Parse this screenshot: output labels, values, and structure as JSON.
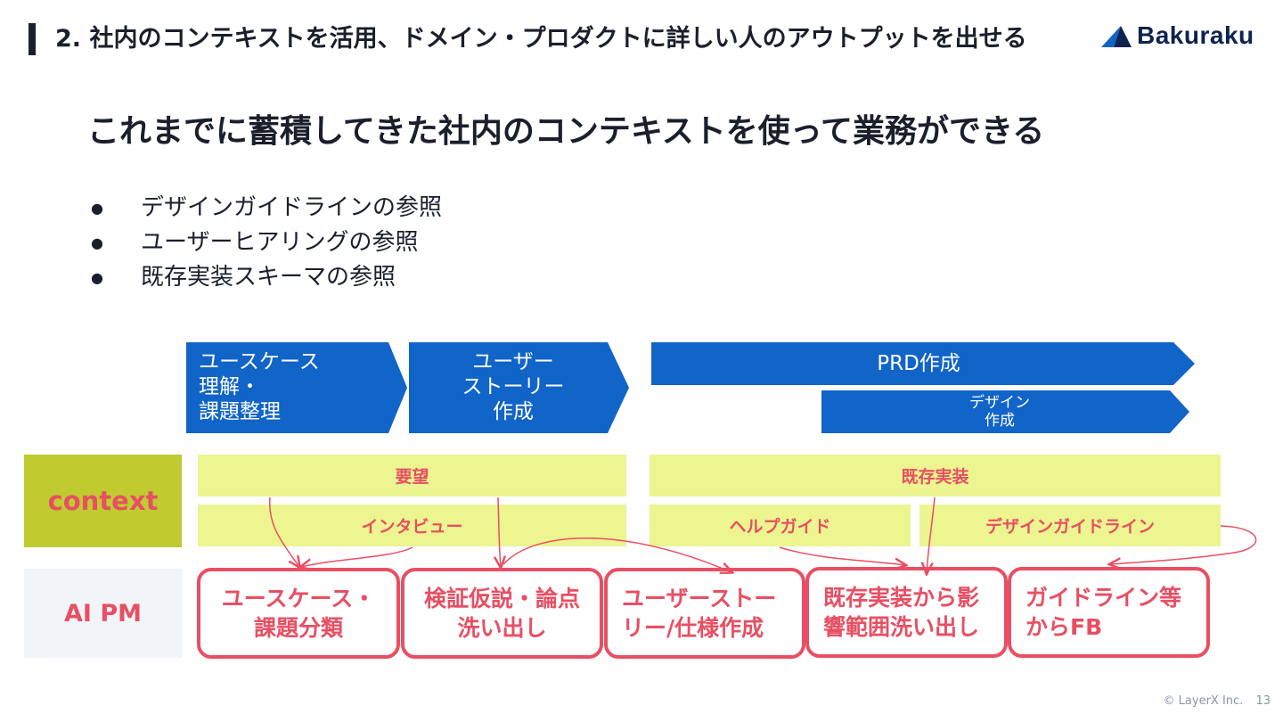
{
  "header": {
    "title": "2. 社内のコンテキストを活用、ドメイン・プロダクトに詳しい人のアウトプットを出せる",
    "logo_text": "Bakuraku"
  },
  "main_title": "これまでに蓄積してきた社内のコンテキストを使って業務ができる",
  "bullets": [
    "デザインガイドラインの参照",
    "ユーザーヒアリングの参照",
    "既存実装スキーマの参照"
  ],
  "bullet_symbol": "●",
  "steps": {
    "usecase": [
      "ユースケース",
      "理解・",
      "課題整理"
    ],
    "story": [
      "ユーザー",
      "ストーリー",
      "作成"
    ],
    "prd": "PRD作成",
    "design": [
      "デザイン",
      "作成"
    ]
  },
  "rows": {
    "context_label": "context",
    "aipm_label": "AI PM"
  },
  "context": {
    "request": "要望",
    "interview": "インタビュー",
    "existing_impl": "既存実装",
    "help_guide": "ヘルプガイド",
    "design_guideline": "デザインガイドライン"
  },
  "aipm": {
    "usecase_classify": [
      "ユースケース・",
      "課題分類"
    ],
    "hypothesis": [
      "検証仮説・論点",
      "洗い出し"
    ],
    "story_spec": [
      "ユーザーストー",
      "リー/仕様作成"
    ],
    "impact": [
      "既存実装から影",
      "響範囲洗い出し"
    ],
    "feedback": [
      "ガイドライン等",
      "からFB"
    ]
  },
  "footer": {
    "copyright": "© LayerX Inc.",
    "page": "13"
  },
  "colors": {
    "step_blue": "#1164c8",
    "context_green": "#bfcb2e",
    "context_box": "#ecf590",
    "accent_red": "#e84f63",
    "aipm_bg": "#f1f4f8",
    "logo_navy": "#0d2350"
  }
}
